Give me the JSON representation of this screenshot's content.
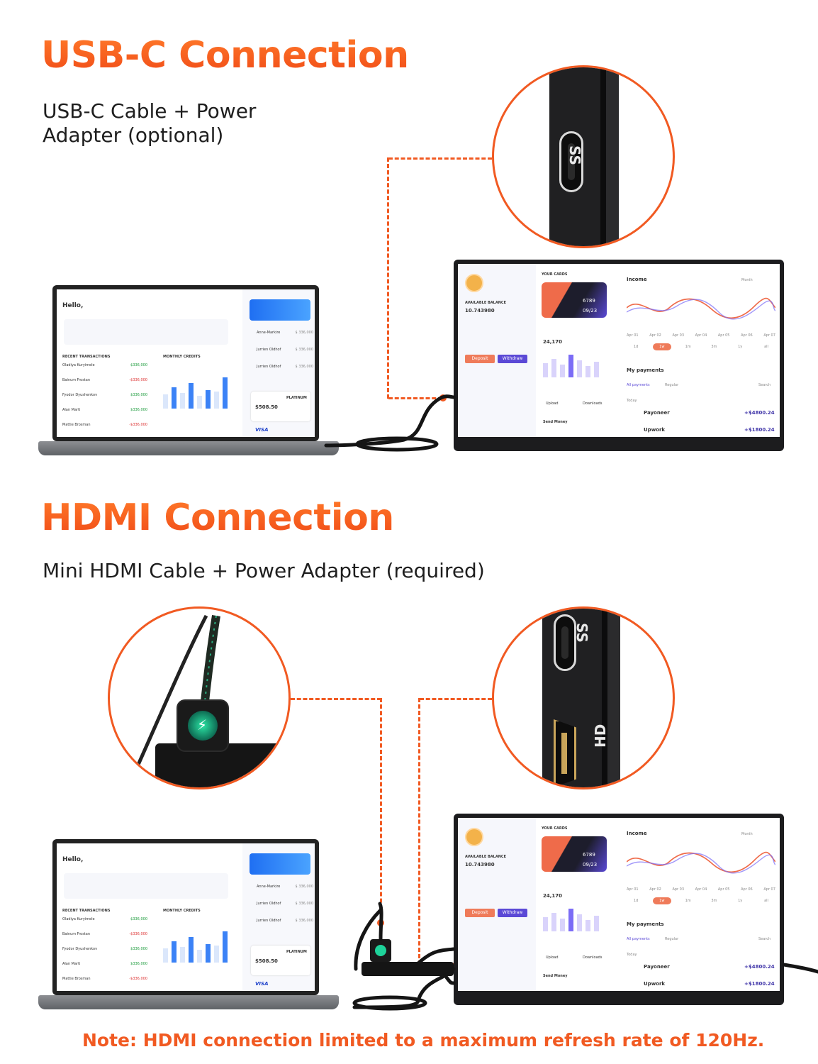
{
  "sections": {
    "usbc": {
      "title": "USB-C Connection",
      "subtitle_line1": "USB-C Cable + Power",
      "subtitle_line2": "Adapter (optional)"
    },
    "hdmi": {
      "title": "HDMI Connection",
      "subtitle": "Mini HDMI Cable + Power Adapter (required)"
    }
  },
  "note": "Note:  HDMI connection limited to a maximum refresh rate of 120Hz.",
  "port_labels": {
    "usb_ss": "SS",
    "hdmi_hd": "HD"
  },
  "laptop_ui": {
    "greeting": "Hello,",
    "recent_transactions": "RECENT TRANSACTIONS",
    "monthly_credits": "MONTHLY CREDITS",
    "balance": "$508.50",
    "card_brand": "VISA",
    "card_tier": "PLATINUM",
    "tx": [
      {
        "name": "Oladiya Kuryimele",
        "amount": "$336,000"
      },
      {
        "name": "Bainum Frostan",
        "amount": "-$336,000"
      },
      {
        "name": "Fyodor Dyushenkov",
        "amount": "$336,000"
      },
      {
        "name": "Alan Marti",
        "amount": "$336,000"
      },
      {
        "name": "Mattie Brosman",
        "amount": "-$336,000"
      }
    ],
    "contacts": [
      {
        "name": "Anne-Markire",
        "amount": "$ 336,000"
      },
      {
        "name": "Jurrien Oldhof",
        "amount": "$ 336,000"
      },
      {
        "name": "Jurrien Oldhof",
        "amount": "$ 336,000"
      }
    ]
  },
  "monitor_ui": {
    "available_balance": "AVAILABLE BALANCE",
    "balance_value": "10.743980",
    "your_cards": "YOUR CARDS",
    "card_number": "6789",
    "card_expiry": "09/23",
    "stat": "24,170",
    "income": "Income",
    "sort_label": "Month",
    "deposit": "Deposit",
    "withdraw": "Withdraw",
    "my_payments": "My payments",
    "all_payments": "All payments",
    "regular": "Regular",
    "search": "Search",
    "today": "Today",
    "send_money": "Send Money",
    "upload": "Upload",
    "downloads": "Downloads",
    "payments": [
      {
        "name": "Payoneer",
        "amount": "+$4800.24"
      },
      {
        "name": "Upwork",
        "amount": "+$1800.24"
      }
    ],
    "months": [
      "Apr 01",
      "Apr 02",
      "Apr 03",
      "Apr 04",
      "Apr 05",
      "Apr 06",
      "Apr 07"
    ],
    "ranges": [
      "1d",
      "1w",
      "1m",
      "3m",
      "1y",
      "all"
    ],
    "active_range": "1w"
  },
  "colors": {
    "accent": "#f15a22",
    "heading": "#f25a1d",
    "device": "#1c1c1e",
    "hdmi_gold": "#c9a55a",
    "charge_green": "#1ed39a"
  },
  "icons": [
    "usb-c-port-icon",
    "hdmi-port-icon",
    "charging-bolt-icon",
    "superspeed-icon"
  ]
}
